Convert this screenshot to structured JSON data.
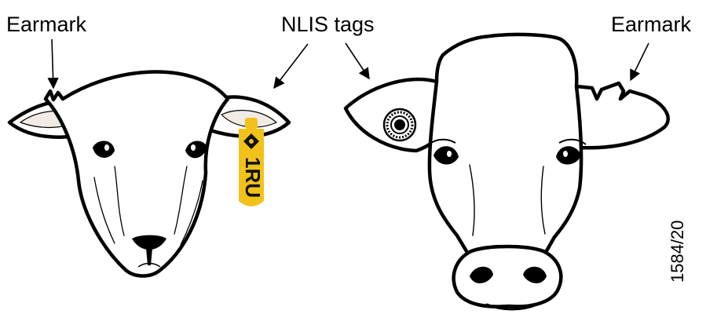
{
  "labels": {
    "earmark_left": "Earmark",
    "nlis_tags": "NLIS tags",
    "earmark_right": "Earmark"
  },
  "sheep_tag": {
    "text": "1RU",
    "color": "#f2c21a"
  },
  "figure_code": "1584/20",
  "colors": {
    "outline": "#000000",
    "inner_ear": "#f1ebe6",
    "background": "#ffffff"
  }
}
